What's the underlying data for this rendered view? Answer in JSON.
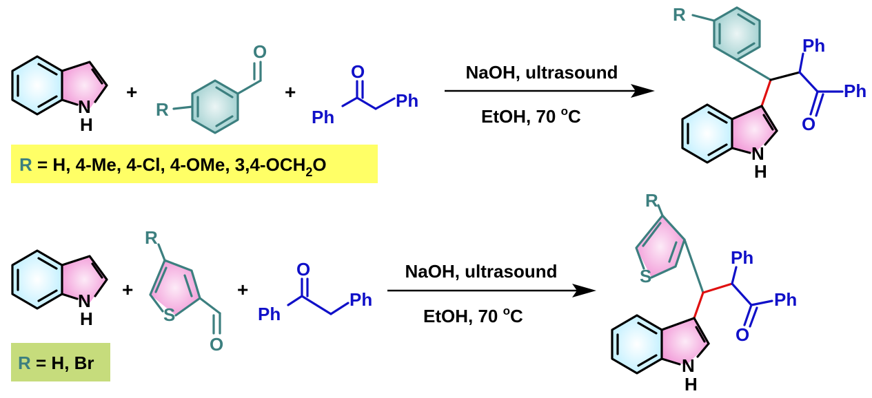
{
  "colors": {
    "indole_benzene_fill": "#bfefff",
    "indole_pyrrole_fill": "#f29ad8",
    "aryl_fill": "#9fcfcf",
    "thiophene_fill": "#f29ad8",
    "teal": "#3c7f7f",
    "blue": "#1010c8",
    "red": "#e01010",
    "highlight_row1": "#ffff66",
    "highlight_row2": "#c6dc7c"
  },
  "labels": {
    "nh_n": "N",
    "nh_h": "H",
    "plus": "+",
    "r": "R",
    "o": "O",
    "s": "S",
    "ph": "Ph"
  },
  "row1": {
    "conditions_top": "NaOH, ultrasound",
    "conditions_bottom_a": "EtOH, 70 ",
    "conditions_bottom_sup": "o",
    "conditions_bottom_b": "C",
    "substituents_r": "R",
    "substituents_text": " = H, 4-Me, 4-Cl, 4-OMe, 3,4-OCH",
    "substituents_sub": "2",
    "substituents_end": "O"
  },
  "row2": {
    "conditions_top": "NaOH, ultrasound",
    "conditions_bottom_a": "EtOH, 70 ",
    "conditions_bottom_sup": "o",
    "conditions_bottom_b": "C",
    "substituents_r": "R",
    "substituents_text": " = H, Br"
  }
}
